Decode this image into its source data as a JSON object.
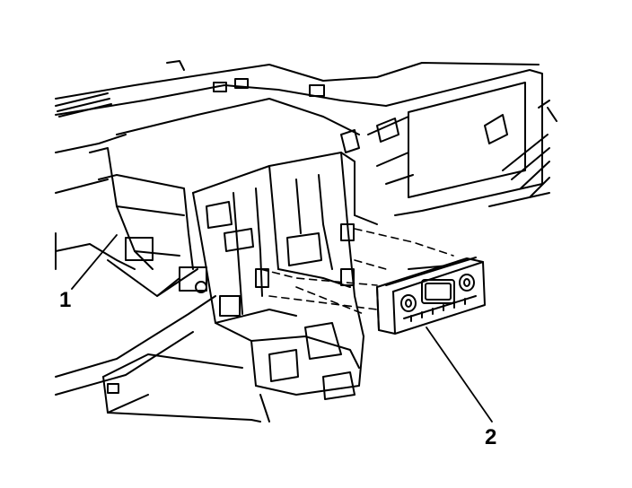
{
  "callouts": [
    {
      "id": "1",
      "label": "1"
    },
    {
      "id": "2",
      "label": "2"
    }
  ],
  "colors": {
    "line": "#000000",
    "background": "#ffffff"
  },
  "icons": {
    "module": "hvac-control-module-icon"
  }
}
